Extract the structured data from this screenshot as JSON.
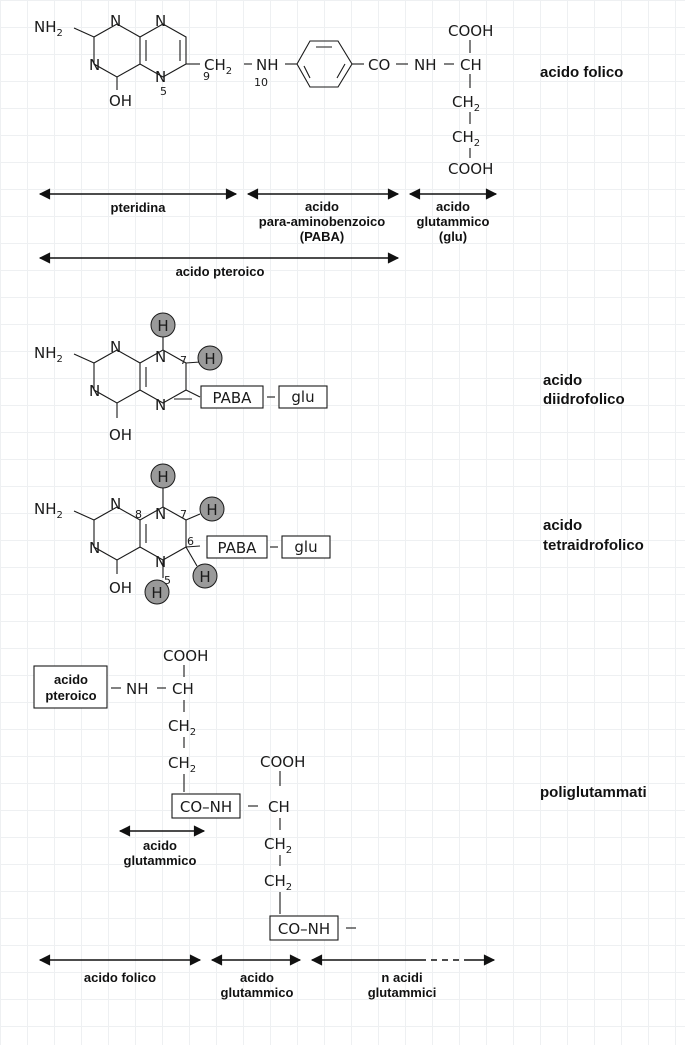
{
  "titles": {
    "folic": "acido folico",
    "dihydro_1": "acido",
    "dihydro_2": "diidrofolico",
    "tetrahydro_1": "acido",
    "tetrahydro_2": "tetraidrofolico",
    "poly": "poliglutammati"
  },
  "folic": {
    "nh2": "NH",
    "oh": "OH",
    "n5": "5",
    "n9": "9",
    "n10": "10",
    "ch2": "CH",
    "nh": "NH",
    "co": "CO",
    "nh2link": "NH",
    "ch": "CH",
    "cooh_top": "COOH",
    "ch2_a": "CH",
    "ch2_b": "CH",
    "cooh_bottom": "COOH",
    "sub2": "2",
    "dash": "–"
  },
  "parts": {
    "pteridine": "pteridina",
    "paba_1": "acido",
    "paba_2": "para-aminobenzoico",
    "paba_3": "(PABA)",
    "glu_1": "acido",
    "glu_2": "glutammico",
    "glu_3": "(glu)",
    "pteroic": "acido pteroico"
  },
  "dihydro": {
    "nh2": "NH",
    "oh": "OH",
    "n7": "7",
    "h": "H",
    "paba": "PABA",
    "glu": "glu"
  },
  "tetrahydro": {
    "nh2": "NH",
    "oh": "OH",
    "n5": "5",
    "n6": "6",
    "n7": "7",
    "n8": "8",
    "h": "H",
    "paba": "PABA",
    "glu": "glu"
  },
  "poly": {
    "pteroic_1": "acido",
    "pteroic_2": "pteroico",
    "nh": "NH",
    "ch": "CH",
    "cooh": "COOH",
    "ch2": "CH",
    "conh": "CO–NH",
    "glu_1": "acido",
    "glu_2": "glutammico",
    "bottom_folic": "acido folico",
    "bottom_glu_1": "acido",
    "bottom_glu_2": "glutammico",
    "bottom_n_1": "n acidi",
    "bottom_n_2": "glutammici"
  }
}
